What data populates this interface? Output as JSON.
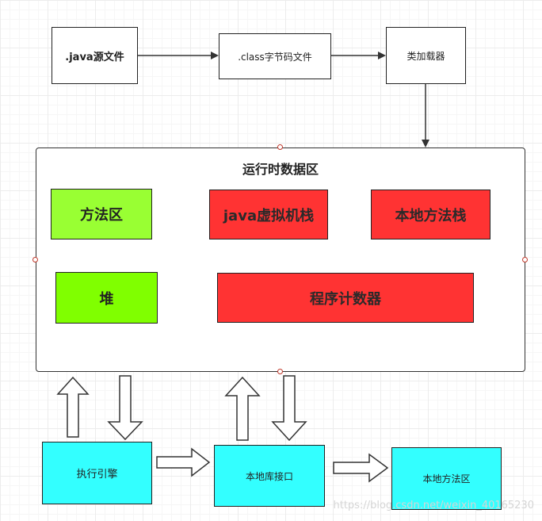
{
  "files": {
    "java_source": ".java源文件",
    "class_file": ".class字节码文件",
    "class_loader": "类加载器"
  },
  "runtime_area": {
    "title": "运行时数据区",
    "method_area": "方法区",
    "java_stack": "java虚拟机栈",
    "native_stack": "本地方法栈",
    "heap": "堆",
    "program_counter": "程序计数器"
  },
  "bottom": {
    "execution_engine": "执行引擎",
    "native_interface": "本地库接口",
    "native_method_lib": "本地方法区"
  },
  "watermark": "https://blog.csdn.net/weixin_40165230",
  "colors": {
    "method_area": "#99ff33",
    "heap": "#80ff00",
    "stack": "#ff3333",
    "bottom_boxes": "#33ffff"
  }
}
